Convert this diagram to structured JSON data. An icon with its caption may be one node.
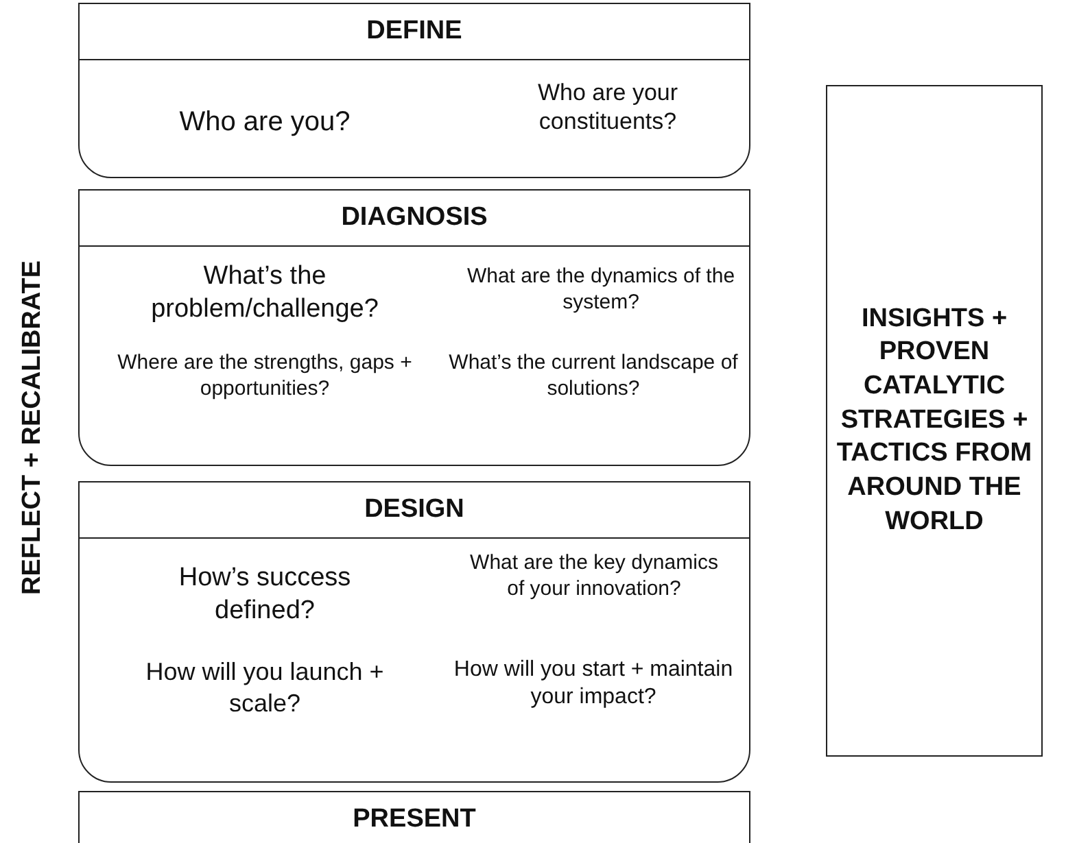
{
  "diagram": {
    "nodes": [
      {
        "text": [
          "DEFINE",
          "Who are you?",
          "Who are your constituents?"
        ]
      },
      {
        "text": [
          "DIAGNOSIS",
          "What’s the problem/challenge?",
          "What are the dynamics of the system?",
          "Where are the strengths, gaps + opportunities?",
          "What’s the current landscape of solutions?"
        ]
      },
      {
        "text": [
          "DESIGN",
          "How’s success defined?",
          "What are the key dynamics of your innovation?",
          "How will you launch + scale?",
          "How will you start + maintain your impact?"
        ]
      },
      {
        "text": [
          "PRESENT"
        ]
      },
      {
        "text": [
          "INSIGHTS + PROVEN CATALYTIC STRATEGIES + TACTICS FROM AROUND THE WORLD"
        ]
      }
    ],
    "edges": [],
    "labels": [
      "REFLECT + RECALIBRATE"
    ]
  }
}
